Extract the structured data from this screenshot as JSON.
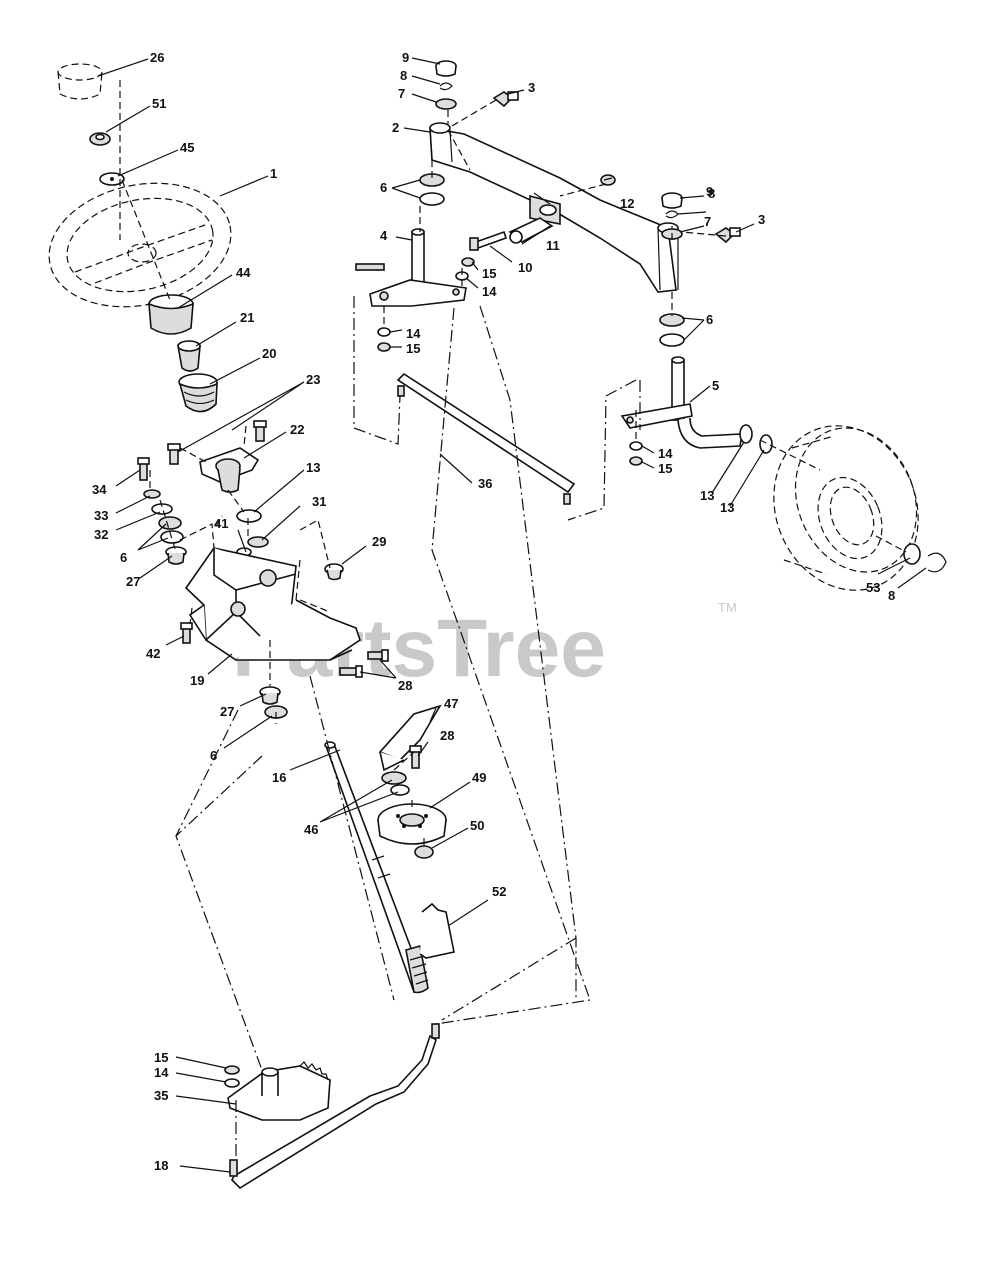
{
  "watermark": {
    "text": "PartsTree",
    "tm": "TM"
  },
  "callouts": [
    {
      "id": "c26",
      "text": "26"
    },
    {
      "id": "c51",
      "text": "51"
    },
    {
      "id": "c45",
      "text": "45"
    },
    {
      "id": "c1",
      "text": "1"
    },
    {
      "id": "c44",
      "text": "44"
    },
    {
      "id": "c21",
      "text": "21"
    },
    {
      "id": "c20",
      "text": "20"
    },
    {
      "id": "c23",
      "text": "23"
    },
    {
      "id": "c22",
      "text": "22"
    },
    {
      "id": "c34",
      "text": "34"
    },
    {
      "id": "c33",
      "text": "33"
    },
    {
      "id": "c32",
      "text": "32"
    },
    {
      "id": "c6a",
      "text": "6"
    },
    {
      "id": "c27a",
      "text": "27"
    },
    {
      "id": "c13a",
      "text": "13"
    },
    {
      "id": "c31",
      "text": "31"
    },
    {
      "id": "c41",
      "text": "41"
    },
    {
      "id": "c29",
      "text": "29"
    },
    {
      "id": "c42",
      "text": "42"
    },
    {
      "id": "c19",
      "text": "19"
    },
    {
      "id": "c28a",
      "text": "28"
    },
    {
      "id": "c27b",
      "text": "27"
    },
    {
      "id": "c6b",
      "text": "6"
    },
    {
      "id": "c16",
      "text": "16"
    },
    {
      "id": "c47",
      "text": "47"
    },
    {
      "id": "c28b",
      "text": "28"
    },
    {
      "id": "c49",
      "text": "49"
    },
    {
      "id": "c46",
      "text": "46"
    },
    {
      "id": "c50",
      "text": "50"
    },
    {
      "id": "c52",
      "text": "52"
    },
    {
      "id": "c15a",
      "text": "15"
    },
    {
      "id": "c14a",
      "text": "14"
    },
    {
      "id": "c35",
      "text": "35"
    },
    {
      "id": "c18",
      "text": "18"
    },
    {
      "id": "c9a",
      "text": "9"
    },
    {
      "id": "c8a",
      "text": "8"
    },
    {
      "id": "c7a",
      "text": "7"
    },
    {
      "id": "c3a",
      "text": "3"
    },
    {
      "id": "c2",
      "text": "2"
    },
    {
      "id": "c6c",
      "text": "6"
    },
    {
      "id": "c12",
      "text": "12"
    },
    {
      "id": "c9b",
      "text": "9"
    },
    {
      "id": "c8b",
      "text": "8"
    },
    {
      "id": "c7b",
      "text": "7"
    },
    {
      "id": "c3b",
      "text": "3"
    },
    {
      "id": "c4",
      "text": "4"
    },
    {
      "id": "c11",
      "text": "11"
    },
    {
      "id": "c10",
      "text": "10"
    },
    {
      "id": "c15b",
      "text": "15"
    },
    {
      "id": "c14b",
      "text": "14"
    },
    {
      "id": "c14c",
      "text": "14"
    },
    {
      "id": "c15c",
      "text": "15"
    },
    {
      "id": "c6d",
      "text": "6"
    },
    {
      "id": "c5",
      "text": "5"
    },
    {
      "id": "c36",
      "text": "36"
    },
    {
      "id": "c14d",
      "text": "14"
    },
    {
      "id": "c15d",
      "text": "15"
    },
    {
      "id": "c13b",
      "text": "13"
    },
    {
      "id": "c13c",
      "text": "13"
    },
    {
      "id": "c53",
      "text": "53"
    },
    {
      "id": "c8c",
      "text": "8"
    }
  ]
}
